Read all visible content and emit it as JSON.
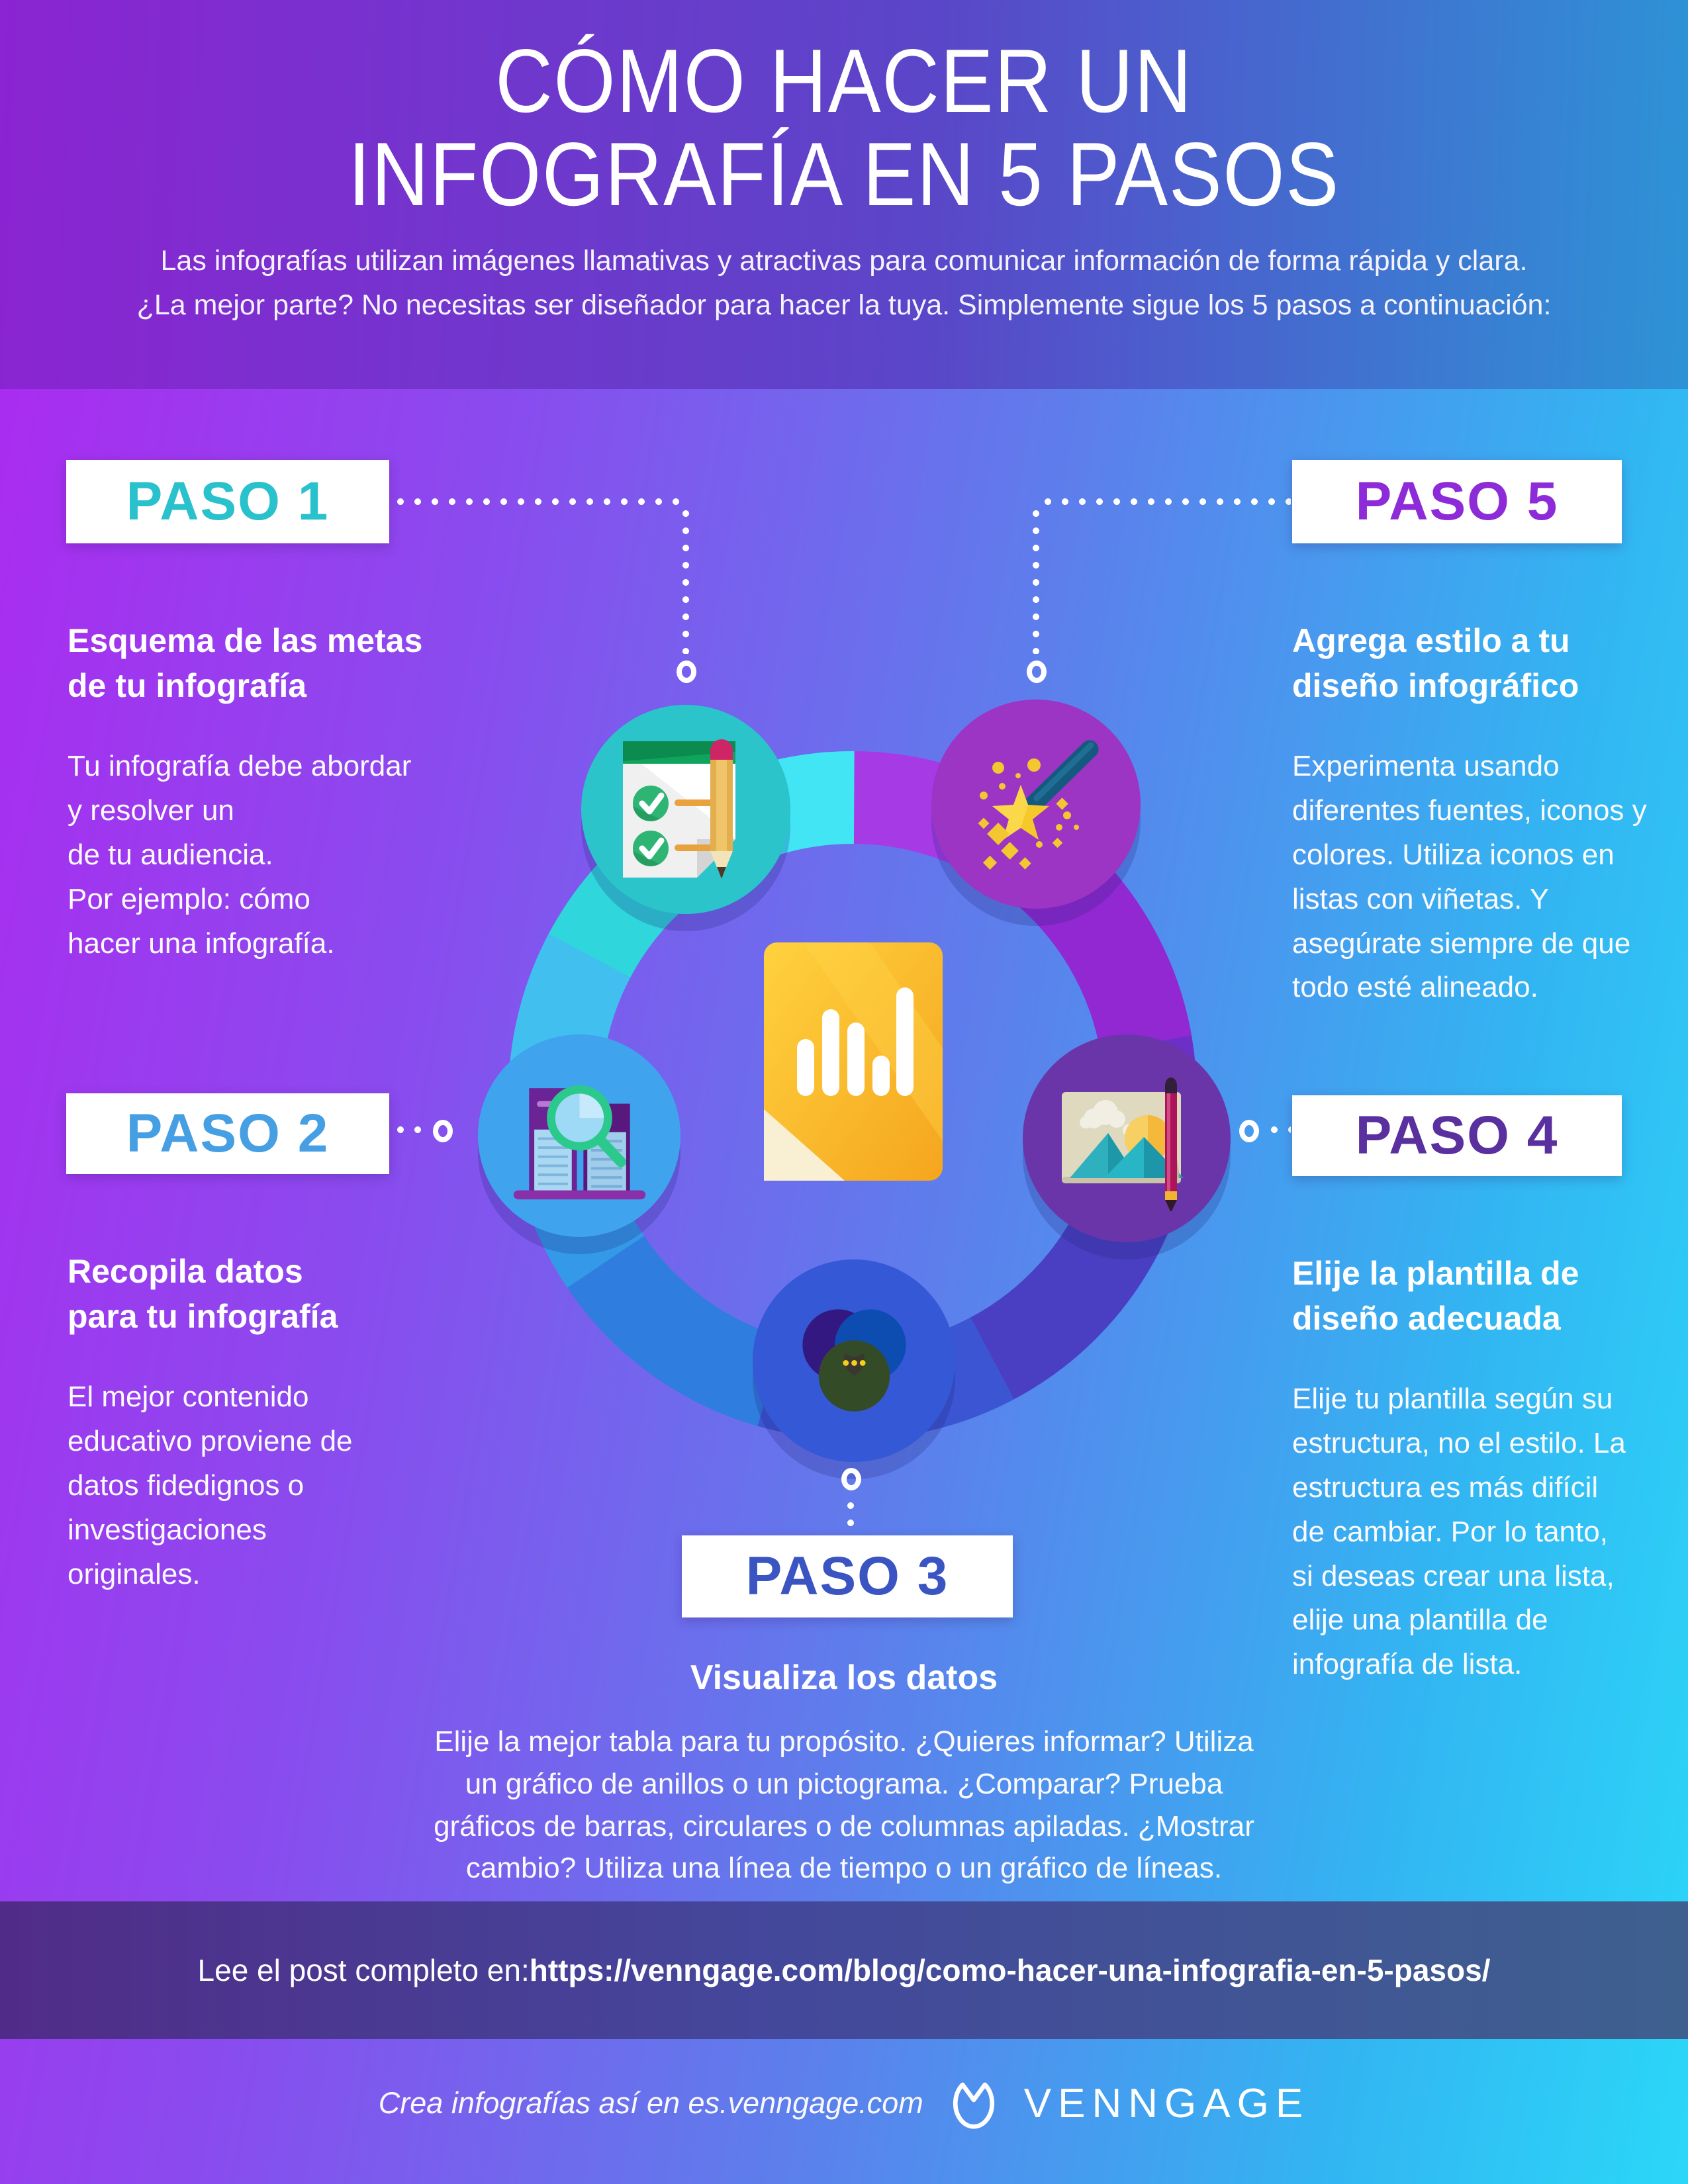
{
  "header": {
    "title_line1": "CÓMO HACER UN",
    "title_line2": "INFOGRAFÍA EN 5 PASOS",
    "subtitle_line1": "Las infografías utilizan imágenes llamativas y atractivas para comunicar información de forma rápida y clara.",
    "subtitle_line2": "¿La mejor parte? No necesitas ser diseñador para hacer la tuya. Simplemente sigue los 5 pasos a continuación:"
  },
  "steps": [
    {
      "label": "PASO 1",
      "label_color": "#29C1CC",
      "node_color": "#2AC4CA",
      "icon": "checklist-icon",
      "heading": "Esquema de las metas\nde tu infografía",
      "body": "Tu infografía debe abordar\ny resolver un\nde tu audiencia.\nPor ejemplo: cómo\nhacer una infografía."
    },
    {
      "label": "PASO 2",
      "label_color": "#459FE2",
      "node_color": "#3FA3EE",
      "icon": "research-books-magnifier-icon",
      "heading": "Recopila datos\npara tu infografía",
      "body": "El mejor contenido\neducativo proviene de\ndatos fidedignos o\ninvestigaciones\noriginales."
    },
    {
      "label": "PASO 3",
      "label_color": "#3A55C2",
      "node_color": "#3558D6",
      "icon": "venn-diagram-icon",
      "heading": "Visualiza los datos",
      "body": "Elije la mejor tabla para tu propósito. ¿Quieres informar? Utiliza\nun gráfico de anillos o un pictograma. ¿Comparar? Prueba\ngráficos de barras, circulares o de columnas apiladas. ¿Mostrar\ncambio? Utiliza una línea de tiempo o un gráfico de líneas."
    },
    {
      "label": "PASO 4",
      "label_color": "#5A2F9E",
      "node_color": "#6A35A8",
      "icon": "image-canvas-pencil-icon",
      "heading": "Elije la plantilla de\ndiseño adecuada",
      "body": "Elije tu plantilla según su\nestructura, no el estilo. La\nestructura es más difícil\nde cambiar. Por lo tanto,\nsi deseas crear una lista,\nelije una plantilla de\ninfografía de lista."
    },
    {
      "label": "PASO 5",
      "label_color": "#8D2BD8",
      "node_color": "#9C34C4",
      "icon": "magic-wand-icon",
      "heading": "Agrega estilo a tu\ndiseño infográfico",
      "body": "Experimenta usando\ndiferentes fuentes, iconos y\ncolores. Utiliza iconos en\nlistas con viñetas. Y\nasegúrate siempre de que\ntodo esté alineado."
    }
  ],
  "center_icon": "bar-chart-document-icon",
  "footer": {
    "link_prefix": "Lee el post completo en: ",
    "link_url": "https://venngage.com/blog/como-hacer-una-infografia-en-5-pasos/"
  },
  "branding": {
    "tagline": "Crea infografías así en es.venngage.com",
    "logo": "venngage-pie-logo",
    "wordmark": "VENNGAGE"
  },
  "colors": {
    "accent_cyan": "#41E5F4",
    "accent_purple": "#A63BE6",
    "doc_yellow": "#F9B82A",
    "footer_bar_left": "#502C88",
    "footer_bar_right": "#3E608F"
  }
}
